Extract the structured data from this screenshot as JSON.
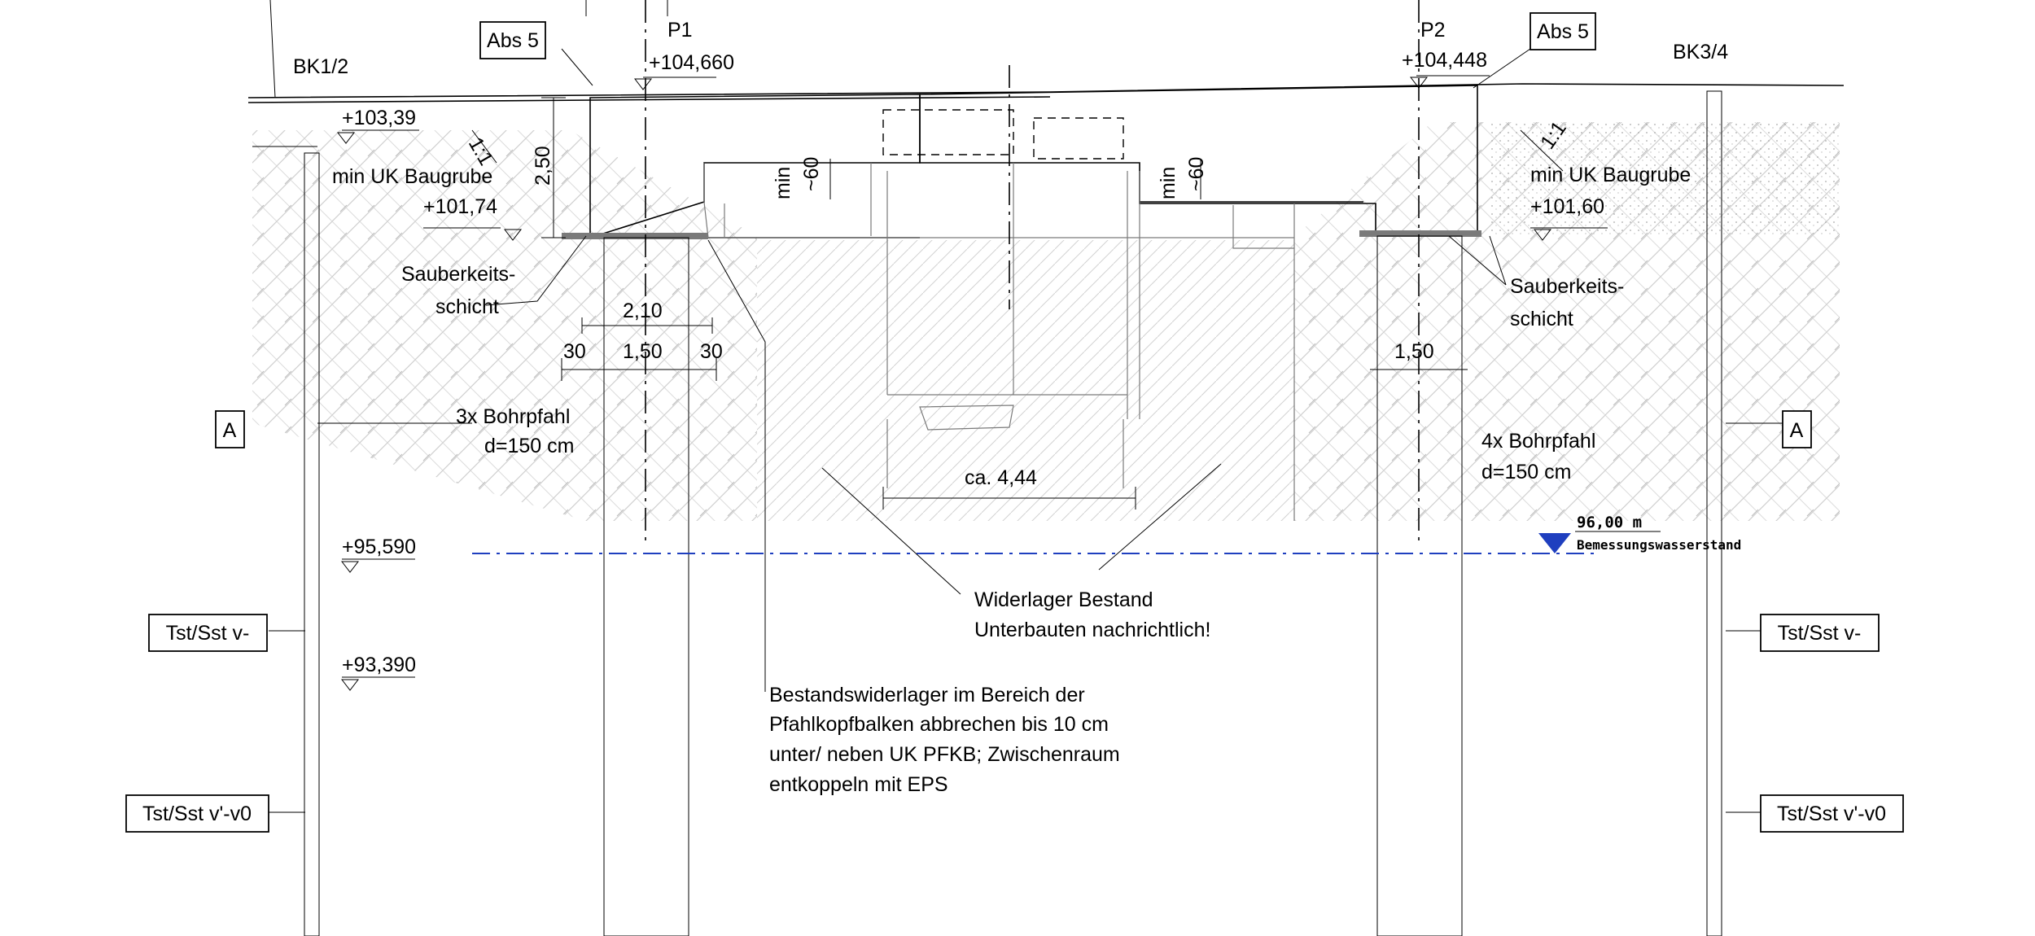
{
  "labels": {
    "bk_left": "BK1/2",
    "bk_right": "BK3/4",
    "abs_left": "Abs 5",
    "abs_right": "Abs 5",
    "p1": "P1",
    "p1_level": "+104,660",
    "p2": "P2",
    "p2_level": "+104,448",
    "level_103": "+103,39",
    "min_uk_left": "min UK Baugrube",
    "level_101_74": "+101,74",
    "min_uk_right": "min UK Baugrube",
    "level_101_60": "+101,60",
    "slope_left": "1:1",
    "slope_right": "1:1",
    "dim_250": "2,50",
    "min60": "min",
    "approx60": "~60",
    "sauber_left_1": "Sauberkeits-",
    "sauber_left_2": "schicht",
    "sauber_right_1": "Sauberkeits-",
    "sauber_right_2": "schicht",
    "dim_210": "2,10",
    "dim_30a": "30",
    "dim_150": "1,50",
    "dim_30b": "30",
    "dim_150_right": "1,50",
    "piles_left_1": "3x Bohrpfahl",
    "piles_left_2": "d=150 cm",
    "piles_right_1": "4x Bohrpfahl",
    "piles_right_2": "d=150 cm",
    "dim_444": "ca. 4,44",
    "water_level": "96,00 m",
    "water_label": "Bemessungswasserstand",
    "level_95": "+95,590",
    "level_93": "+93,390",
    "section_a_left": "A",
    "section_a_right": "A",
    "soil_left_1": "Tst/Sst v-",
    "soil_right_1": "Tst/Sst v-",
    "soil_left_2": "Tst/Sst v'-v0",
    "soil_right_2": "Tst/Sst v'-v0",
    "widerlager_1": "Widerlager Bestand",
    "widerlager_2": "Unterbauten nachrichtlich!",
    "note_1": "Bestandswiderlager im Bereich der",
    "note_2": "Pfahlkopfbalken abbrechen bis 10 cm",
    "note_3": "unter/ neben UK PFKB; Zwischenraum",
    "note_4": "entkoppeln mit EPS"
  },
  "colors": {
    "line": "#000000",
    "hatch": "#c8c8c8",
    "water_line": "#1f3fbf"
  }
}
